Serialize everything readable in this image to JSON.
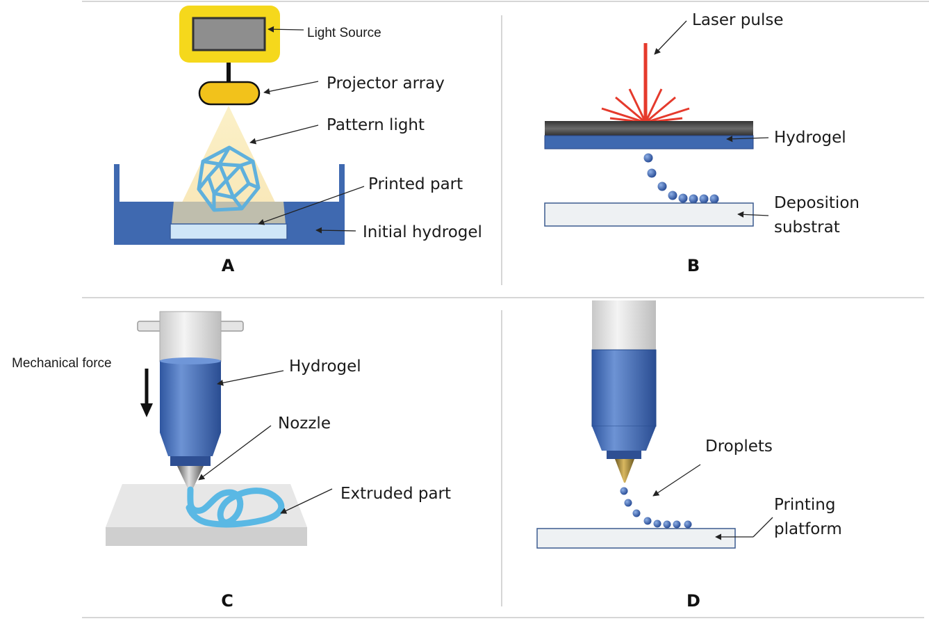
{
  "panels": {
    "a": {
      "id": "A",
      "labels": {
        "light_source": "Light Source",
        "projector_array": "Projector array",
        "pattern_light": "Pattern light",
        "printed_part": "Printed part",
        "initial_hydrogel": "Initial hydrogel"
      }
    },
    "b": {
      "id": "B",
      "labels": {
        "laser_pulse": "Laser pulse",
        "hydrogel": "Hydrogel",
        "deposition_line1": "Deposition",
        "deposition_line2": "substrat"
      }
    },
    "c": {
      "id": "C",
      "labels": {
        "mechanical_force": "Mechanical force",
        "hydrogel": "Hydrogel",
        "nozzle": "Nozzle",
        "extruded_part": "Extruded part"
      }
    },
    "d": {
      "id": "D",
      "labels": {
        "droplets": "Droplets",
        "platform_line1": "Printing",
        "platform_line2": "platform"
      }
    }
  },
  "colors": {
    "hydrogel_blue": "#3f69b0",
    "laser_red": "#e53a2c",
    "light_yellow": "#f3d320",
    "extrusion_cyan": "#5ab8e4"
  }
}
